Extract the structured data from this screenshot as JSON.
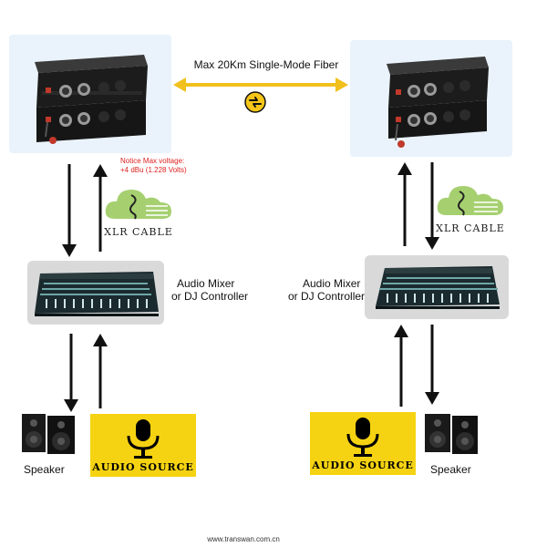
{
  "fiber": {
    "label": "Max 20Km Single-Mode Fiber",
    "arrow_color": "#f2c01c",
    "badge_color": "#f5c518"
  },
  "notice": {
    "line1": "Notice Max voltage:",
    "line2": "+4 dBu (1.228 Volts)",
    "color": "#e02020"
  },
  "left": {
    "mixer_label_line1": "Audio Mixer",
    "mixer_label_line2": "or DJ Controller",
    "cable_label": "XLR CABLE",
    "speaker_label": "Speaker",
    "audio_source_label": "AUDIO SOURCE"
  },
  "right": {
    "mixer_label_line1": "Audio Mixer",
    "mixer_label_line2": "or DJ Controller",
    "cable_label": "XLR CABLE",
    "speaker_label": "Speaker",
    "audio_source_label": "AUDIO SOURCE"
  },
  "footer": {
    "url": "www.transwan.com.cn"
  },
  "colors": {
    "panel_bg": "#eaf3fb",
    "mixer_bg": "#d9d9d9",
    "audio_source_bg": "#f5d312",
    "cloud_green": "#9ccc65",
    "arrow_black": "#111111"
  },
  "icons": [
    "fiber-converter-icon",
    "mixer-console-icon",
    "cloud-music-icon",
    "speaker-icon",
    "microphone-icon",
    "fiber-link-badge-icon"
  ]
}
